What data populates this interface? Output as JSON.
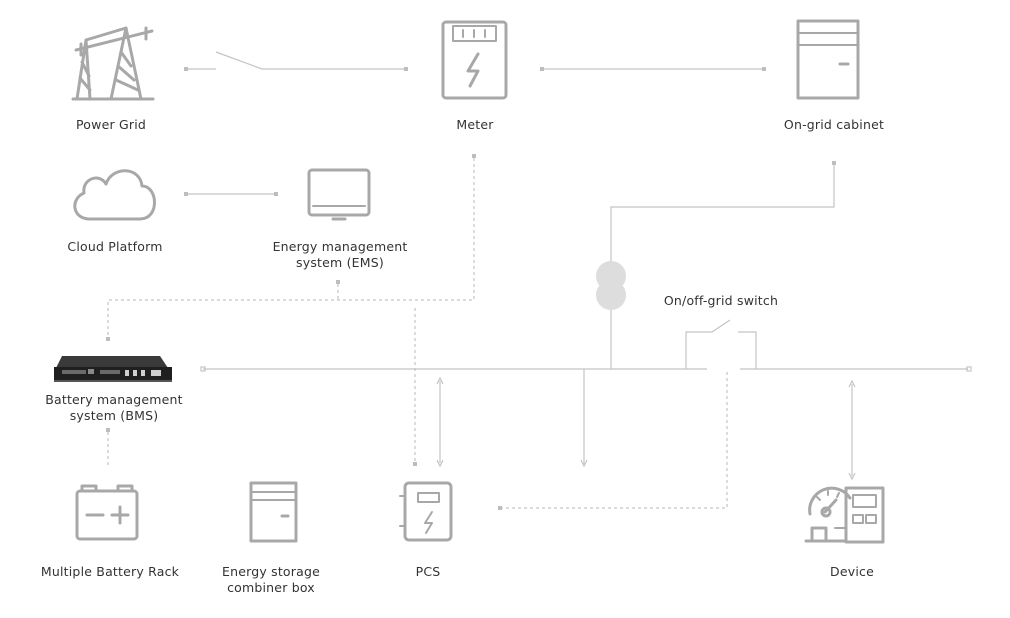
{
  "nodes": {
    "power_grid": "Power Grid",
    "meter": "Meter",
    "on_grid_cabinet": "On-grid cabinet",
    "cloud_platform": "Cloud Platform",
    "ems_line1": "Energy management",
    "ems_line2": "system (EMS)",
    "on_off_grid_switch": "On/off-grid switch",
    "bms_line1": "Battery management",
    "bms_line2": "system (BMS)",
    "battery_rack": "Multiple Battery Rack",
    "combiner_line1": "Energy storage",
    "combiner_line2": "combiner box",
    "pcs": "PCS",
    "device": "Device"
  },
  "icons": {
    "power_grid": "transmission-tower-icon",
    "meter": "meter-icon",
    "on_grid_cabinet": "cabinet-icon",
    "cloud_platform": "cloud-icon",
    "ems": "monitor-icon",
    "bms": "bms-device-icon",
    "battery_rack": "battery-icon",
    "combiner_box": "combiner-box-icon",
    "pcs": "pcs-icon",
    "device": "generator-device-icon",
    "transformer": "transformer-icon",
    "switch": "switch-icon"
  },
  "colors": {
    "icon": "#a8a8a8",
    "line": "#c4c4c4",
    "text": "#333333"
  }
}
